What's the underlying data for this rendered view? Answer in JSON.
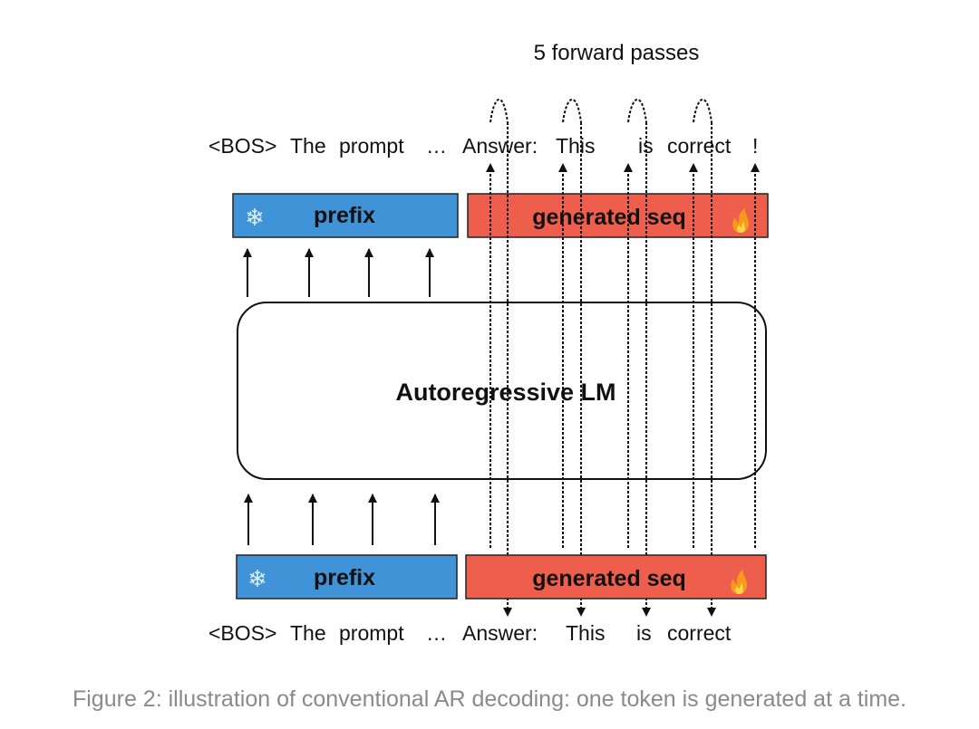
{
  "diagram": {
    "passes_label": "5 forward passes",
    "top_tokens": [
      "<BOS>",
      "The",
      "prompt",
      "…",
      "Answer:",
      "This",
      "is",
      "correct",
      "!"
    ],
    "bottom_tokens": [
      "<BOS>",
      "The",
      "prompt",
      "…",
      "Answer:",
      "This",
      "is",
      "correct"
    ],
    "prefix_label": "prefix",
    "generated_label": "generated seq",
    "lm_label": "Autoregressive LM",
    "prefix_icon": "snowflake-icon",
    "generated_icon": "fire-icon",
    "colors": {
      "prefix_fill": "#3f93d6",
      "generated_fill": "#ee5e4c",
      "snowflake": "#dbeeff",
      "flame": "#f59a1b"
    }
  },
  "caption": "Figure 2: illustration of conventional AR decoding: one token is generated at a time."
}
